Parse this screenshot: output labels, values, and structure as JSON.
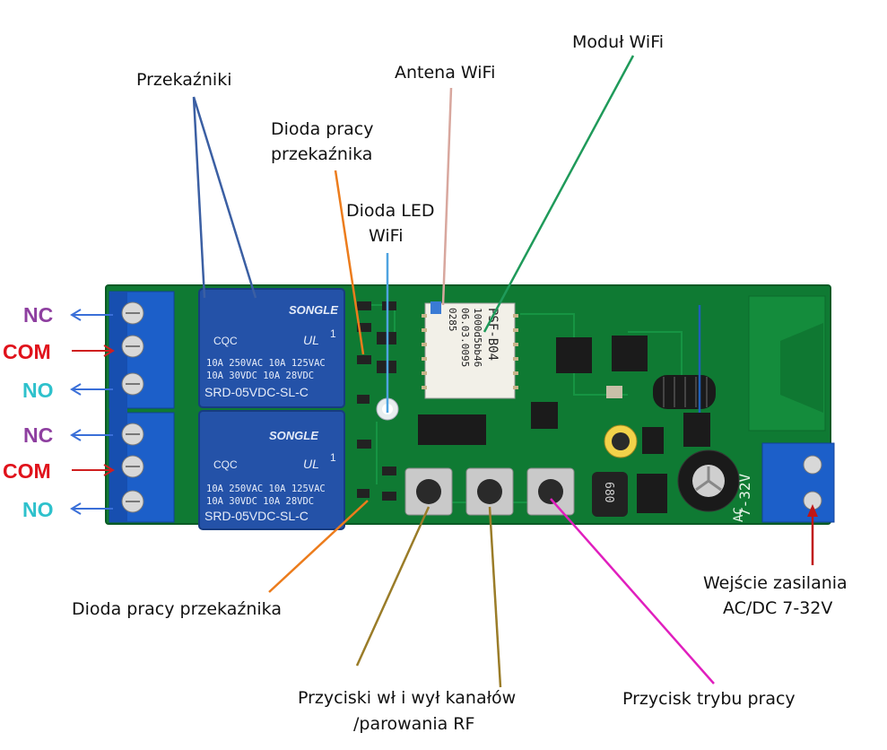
{
  "labels": {
    "relays": "Przekaźniki",
    "relay_led_top_line1": "Dioda pracy",
    "relay_led_top_line2": "przekaźnika",
    "wifi_antenna": "Antena WiFi",
    "wifi_module": "Moduł WiFi",
    "wifi_led_line1": "Dioda LED",
    "wifi_led_line2": "WiFi",
    "relay_led_bottom": "Dioda pracy przekaźnika",
    "buttons_line1": "Przyciski wł i wył kanałów",
    "buttons_line2": "/parowania RF",
    "mode_button": "Przycisk trybu pracy",
    "power_line1": "Wejście zasilania",
    "power_line2": "AC/DC 7-32V"
  },
  "terminals": [
    {
      "name": "NC",
      "color": "#8e3fa0"
    },
    {
      "name": "COM",
      "color": "#e0121b"
    },
    {
      "name": "NO",
      "color": "#2ec1cc"
    },
    {
      "name": "NC",
      "color": "#8e3fa0"
    },
    {
      "name": "COM",
      "color": "#e0121b"
    },
    {
      "name": "NO",
      "color": "#2ec1cc"
    }
  ],
  "relays": {
    "brand": "SONGLE",
    "line1": "10A 250VAC   10A 125VAC",
    "line2": "10A  30VDC   10A  28VDC",
    "model": "SRD-05VDC-SL-C",
    "channel": "1",
    "mark": "CQC",
    "ul": "UL"
  },
  "wifi_module_text": [
    "PSF-B04",
    "1000d5bb46",
    "06.03.0095",
    "0285"
  ],
  "board_text": {
    "inductor": "680",
    "voltage": "7-32V",
    "acdc": "AC"
  },
  "colors": {
    "pcb": "#13853a",
    "relay": "#2452a8",
    "terminal": "#1c5fc9",
    "arrow_blue": "#3a6fd8",
    "arrow_red": "#cf1f1f",
    "line_relays": "#3b5fa3",
    "line_orange": "#ec7c1c",
    "line_antenna": "#d8a79e",
    "line_wifi_module": "#1f9a5a",
    "line_wifi_led": "#4fa3e0",
    "line_buttons": "#9a7c28",
    "line_mode": "#e01fbe",
    "line_power": "#c01515"
  }
}
